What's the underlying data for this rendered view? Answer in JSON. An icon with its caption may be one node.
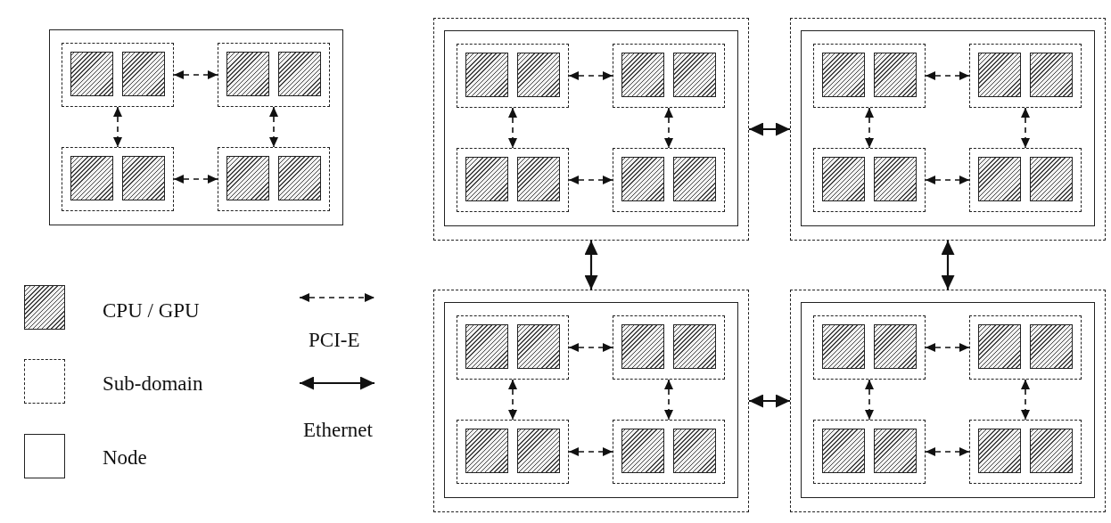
{
  "diagram": {
    "nodes": [
      {
        "text": [],
        "shape": "box"
      },
      {
        "text": [],
        "shape": "box",
        "in": 0
      },
      {
        "text": [],
        "shape": "box",
        "in": 1
      },
      {
        "text": [],
        "shape": "box",
        "in": 1
      },
      {
        "text": [],
        "shape": "box",
        "in": 0
      },
      {
        "text": [],
        "shape": "box",
        "in": 4
      },
      {
        "text": [],
        "shape": "box",
        "in": 4
      },
      {
        "text": [],
        "shape": "box",
        "in": 0
      },
      {
        "text": [],
        "shape": "box",
        "in": 7
      },
      {
        "text": [],
        "shape": "box",
        "in": 7
      },
      {
        "text": [],
        "shape": "box",
        "in": 0
      },
      {
        "text": [],
        "shape": "box",
        "in": 10
      },
      {
        "text": [],
        "shape": "box",
        "in": 10
      },
      {
        "text": [],
        "shape": "box"
      },
      {
        "text": [],
        "shape": "box",
        "in": 13
      },
      {
        "text": [],
        "shape": "box",
        "in": 14
      },
      {
        "text": [],
        "shape": "box",
        "in": 15
      },
      {
        "text": [],
        "shape": "box",
        "in": 15
      },
      {
        "text": [],
        "shape": "box",
        "in": 14
      },
      {
        "text": [],
        "shape": "box",
        "in": 18
      },
      {
        "text": [],
        "shape": "box",
        "in": 18
      },
      {
        "text": [],
        "shape": "box",
        "in": 14
      },
      {
        "text": [],
        "shape": "box",
        "in": 21
      },
      {
        "text": [],
        "shape": "box",
        "in": 21
      },
      {
        "text": [],
        "shape": "box",
        "in": 14
      },
      {
        "text": [],
        "shape": "box",
        "in": 24
      },
      {
        "text": [],
        "shape": "box",
        "in": 24
      },
      {
        "text": [],
        "shape": "box"
      },
      {
        "text": [],
        "shape": "box",
        "in": 27
      },
      {
        "text": [],
        "shape": "box",
        "in": 28
      },
      {
        "text": [],
        "shape": "box",
        "in": 29
      },
      {
        "text": [],
        "shape": "box",
        "in": 29
      },
      {
        "text": [],
        "shape": "box",
        "in": 28
      },
      {
        "text": [],
        "shape": "box",
        "in": 32
      },
      {
        "text": [],
        "shape": "box",
        "in": 32
      },
      {
        "text": [],
        "shape": "box",
        "in": 28
      },
      {
        "text": [],
        "shape": "box",
        "in": 35
      },
      {
        "text": [],
        "shape": "box",
        "in": 35
      },
      {
        "text": [],
        "shape": "box",
        "in": 28
      },
      {
        "text": [],
        "shape": "box",
        "in": 38
      },
      {
        "text": [],
        "shape": "box",
        "in": 38
      },
      {
        "text": [],
        "shape": "box"
      },
      {
        "text": [],
        "shape": "box",
        "in": 41
      },
      {
        "text": [],
        "shape": "box",
        "in": 42
      },
      {
        "text": [],
        "shape": "box",
        "in": 43
      },
      {
        "text": [],
        "shape": "box",
        "in": 43
      },
      {
        "text": [],
        "shape": "box",
        "in": 42
      },
      {
        "text": [],
        "shape": "box",
        "in": 46
      },
      {
        "text": [],
        "shape": "box",
        "in": 46
      },
      {
        "text": [],
        "shape": "box",
        "in": 42
      },
      {
        "text": [],
        "shape": "box",
        "in": 49
      },
      {
        "text": [],
        "shape": "box",
        "in": 49
      },
      {
        "text": [],
        "shape": "box",
        "in": 42
      },
      {
        "text": [],
        "shape": "box",
        "in": 52
      },
      {
        "text": [],
        "shape": "box",
        "in": 52
      },
      {
        "text": [],
        "shape": "box"
      },
      {
        "text": [],
        "shape": "box",
        "in": 55
      },
      {
        "text": [],
        "shape": "box",
        "in": 56
      },
      {
        "text": [],
        "shape": "box",
        "in": 57
      },
      {
        "text": [],
        "shape": "box",
        "in": 57
      },
      {
        "text": [],
        "shape": "box",
        "in": 56
      },
      {
        "text": [],
        "shape": "box",
        "in": 60
      },
      {
        "text": [],
        "shape": "box",
        "in": 60
      },
      {
        "text": [],
        "shape": "box",
        "in": 56
      },
      {
        "text": [],
        "shape": "box",
        "in": 63
      },
      {
        "text": [],
        "shape": "box",
        "in": 63
      },
      {
        "text": [],
        "shape": "box",
        "in": 56
      },
      {
        "text": [],
        "shape": "box",
        "in": 66
      },
      {
        "text": [],
        "shape": "box",
        "in": 66
      }
    ],
    "edges": [
      {
        "from": 1,
        "to": 4,
        "arrow": "both",
        "style": "dashed"
      },
      {
        "from": 1,
        "to": 7,
        "arrow": "both",
        "style": "dashed"
      },
      {
        "from": 4,
        "to": 10,
        "arrow": "both",
        "style": "dashed"
      },
      {
        "from": 7,
        "to": 10,
        "arrow": "both",
        "style": "dashed"
      },
      {
        "from": 15,
        "to": 18,
        "arrow": "both",
        "style": "dashed"
      },
      {
        "from": 15,
        "to": 21,
        "arrow": "both",
        "style": "dashed"
      },
      {
        "from": 18,
        "to": 24,
        "arrow": "both",
        "style": "dashed"
      },
      {
        "from": 21,
        "to": 24,
        "arrow": "both",
        "style": "dashed"
      },
      {
        "from": 13,
        "to": 27,
        "arrow": "both"
      },
      {
        "from": 29,
        "to": 32,
        "arrow": "both",
        "style": "dashed"
      },
      {
        "from": 29,
        "to": 35,
        "arrow": "both",
        "style": "dashed"
      },
      {
        "from": 32,
        "to": 38,
        "arrow": "both",
        "style": "dashed"
      },
      {
        "from": 35,
        "to": 38,
        "arrow": "both",
        "style": "dashed"
      },
      {
        "from": 13,
        "to": 41,
        "arrow": "both"
      },
      {
        "from": 27,
        "to": 55,
        "arrow": "both"
      },
      {
        "from": 43,
        "to": 46,
        "arrow": "both",
        "style": "dashed"
      },
      {
        "from": 43,
        "to": 49,
        "arrow": "both",
        "style": "dashed"
      },
      {
        "from": 46,
        "to": 52,
        "arrow": "both",
        "style": "dashed"
      },
      {
        "from": 49,
        "to": 52,
        "arrow": "both",
        "style": "dashed"
      },
      {
        "from": 41,
        "to": 55,
        "arrow": "both"
      },
      {
        "from": 57,
        "to": 60,
        "arrow": "both",
        "style": "dashed"
      },
      {
        "from": 57,
        "to": 63,
        "arrow": "both",
        "style": "dashed"
      },
      {
        "from": 60,
        "to": 66,
        "arrow": "both",
        "style": "dashed"
      },
      {
        "from": 63,
        "to": 66,
        "arrow": "both",
        "style": "dashed"
      }
    ],
    "legend": [
      {
        "text": "CPU / GPU"
      },
      {
        "text": "Sub-domain"
      },
      {
        "text": "Node"
      },
      {
        "text": "PCI-E"
      },
      {
        "text": "Ethernet"
      }
    ]
  }
}
